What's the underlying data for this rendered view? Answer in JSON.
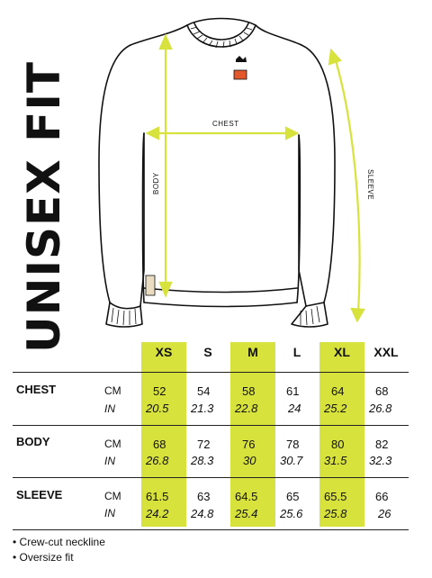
{
  "title": "UNISEX FIT",
  "diagram": {
    "chest_label": "CHEST",
    "body_label": "BODY",
    "sleeve_label": "SLEEVE",
    "accent_color": "#d8e23d",
    "label_tag_color": "#e2572b"
  },
  "sizes": [
    "XS",
    "S",
    "M",
    "L",
    "XL",
    "XXL"
  ],
  "highlighted_sizes": [
    "XS",
    "M",
    "XL"
  ],
  "rows": [
    {
      "name": "CHEST",
      "cm_unit": "CM",
      "in_unit": "IN",
      "cm": [
        "52",
        "54",
        "58",
        "61",
        "64",
        "68"
      ],
      "in": [
        "20.5",
        "21.3",
        "22.8",
        "24",
        "25.2",
        "26.8"
      ]
    },
    {
      "name": "BODY",
      "cm_unit": "CM",
      "in_unit": "IN",
      "cm": [
        "68",
        "72",
        "76",
        "78",
        "80",
        "82"
      ],
      "in": [
        "26.8",
        "28.3",
        "30",
        "30.7",
        "31.5",
        "32.3"
      ]
    },
    {
      "name": "SLEEVE",
      "cm_unit": "CM",
      "in_unit": "IN",
      "cm": [
        "61.5",
        "63",
        "64.5",
        "65",
        "65.5",
        "66"
      ],
      "in": [
        "24.2",
        "24.8",
        "25.4",
        "25.6",
        "25.8",
        "26"
      ]
    }
  ],
  "notes": [
    "• Crew-cut neckline",
    "• Oversize fit"
  ]
}
